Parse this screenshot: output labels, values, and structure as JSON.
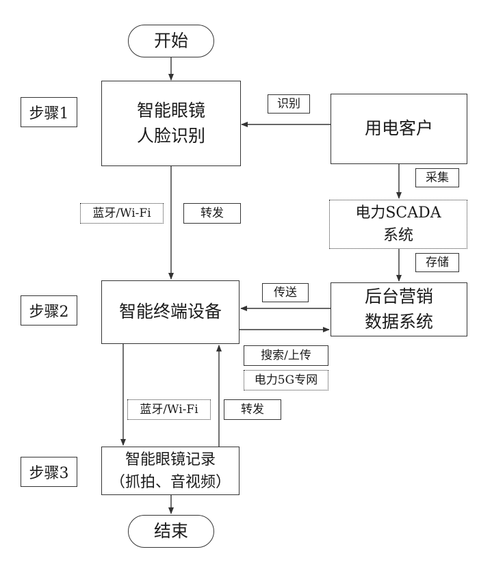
{
  "start": "开始",
  "end": "结束",
  "steps": [
    "步骤1",
    "步骤2",
    "步骤3"
  ],
  "nodes": {
    "glasses_face": [
      "智能眼镜",
      "人脸识别"
    ],
    "customer": "用电客户",
    "scada": [
      "电力SCADA",
      "系统"
    ],
    "terminal": "智能终端设备",
    "backend": [
      "后台营销",
      "数据系统"
    ],
    "record": [
      "智能眼镜记录",
      "（抓拍、音视频）"
    ]
  },
  "labels": {
    "identify": "识别",
    "collect": "采集",
    "bt_wifi_1": "蓝牙/Wi-Fi",
    "forward_1": "转发",
    "store": "存储",
    "transmit": "传送",
    "search_upload": "搜索/上传",
    "power_5g": "电力5G专网",
    "bt_wifi_2": "蓝牙/Wi-Fi",
    "forward_2": "转发"
  }
}
